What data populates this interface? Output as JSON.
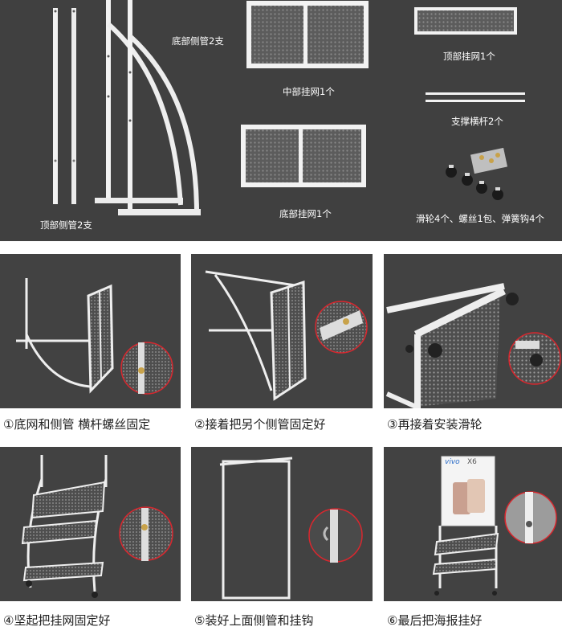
{
  "parts": {
    "bottom_side_tube": "底部侧管2支",
    "top_side_tube": "顶部侧管2支",
    "middle_net": "中部挂网1个",
    "bottom_net": "底部挂网1个",
    "top_net": "顶部挂网1个",
    "support_bar": "支撑横杆2个",
    "hardware": "滑轮4个、螺丝1包、弹簧钩4个"
  },
  "steps": [
    {
      "caption": "①底网和侧管 横杆螺丝固定"
    },
    {
      "caption": "②接着把另个侧管固定好"
    },
    {
      "caption": "③再接着安装滑轮"
    },
    {
      "caption": "④坚起把挂网固定好"
    },
    {
      "caption": "⑤装好上面侧管和挂钩"
    },
    {
      "caption": "⑥最后把海报挂好"
    }
  ],
  "poster": {
    "brand": "vivo",
    "model": "X6"
  },
  "colors": {
    "panel_bg": "#404040",
    "step_bg": "#424242",
    "metal": "#f2f2f2",
    "accent_red": "#d9272e"
  }
}
